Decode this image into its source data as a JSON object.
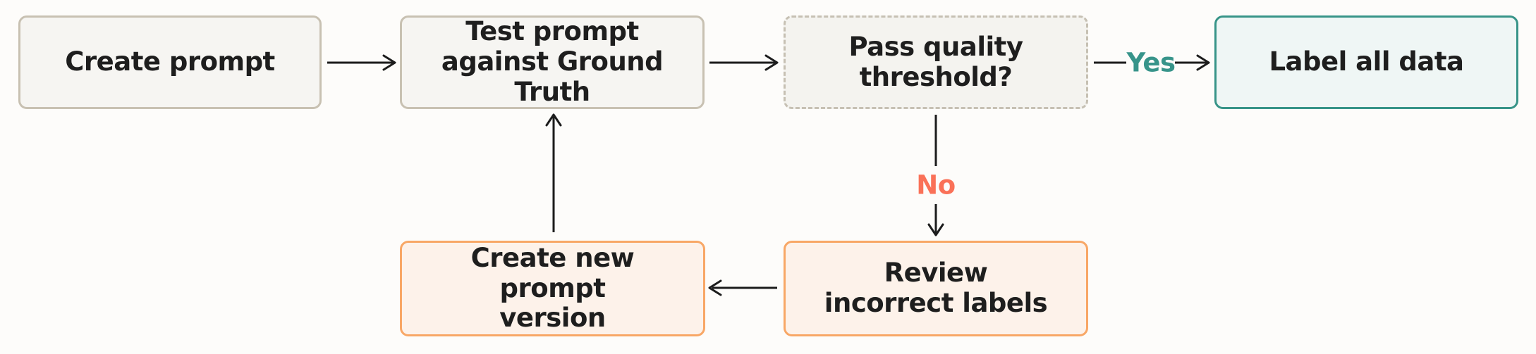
{
  "diagram": {
    "type": "flowchart",
    "nodes": [
      {
        "id": "create-prompt",
        "label": "Create prompt",
        "style": "neutral"
      },
      {
        "id": "test-prompt",
        "label": "Test prompt against Ground Truth",
        "style": "neutral"
      },
      {
        "id": "pass-threshold",
        "label": "Pass quality threshold?",
        "style": "decision-dashed"
      },
      {
        "id": "label-all-data",
        "label": "Label all data",
        "style": "teal"
      },
      {
        "id": "review-incorrect",
        "label": "Review incorrect labels",
        "style": "orange"
      },
      {
        "id": "create-new-version",
        "label": "Create new prompt version",
        "style": "orange"
      }
    ],
    "edges": [
      {
        "from": "create-prompt",
        "to": "test-prompt",
        "label": ""
      },
      {
        "from": "test-prompt",
        "to": "pass-threshold",
        "label": ""
      },
      {
        "from": "pass-threshold",
        "to": "label-all-data",
        "label": "Yes"
      },
      {
        "from": "pass-threshold",
        "to": "review-incorrect",
        "label": "No"
      },
      {
        "from": "review-incorrect",
        "to": "create-new-version",
        "label": ""
      },
      {
        "from": "create-new-version",
        "to": "test-prompt",
        "label": ""
      }
    ],
    "colors": {
      "background": "#fdfcfa",
      "neutral_fill": "#f6f5f2",
      "neutral_border": "#c8c1b2",
      "dashed_fill": "#f4f3ef",
      "dashed_border": "#c6c0b3",
      "teal_fill": "#eff6f5",
      "teal_border": "#379488",
      "orange_fill": "#fdf2ea",
      "orange_border": "#f8a766",
      "yes_text": "#37948a",
      "no_text": "#fa7158",
      "arrow": "#1c1c1c",
      "node_text": "#1e1e1e"
    }
  }
}
